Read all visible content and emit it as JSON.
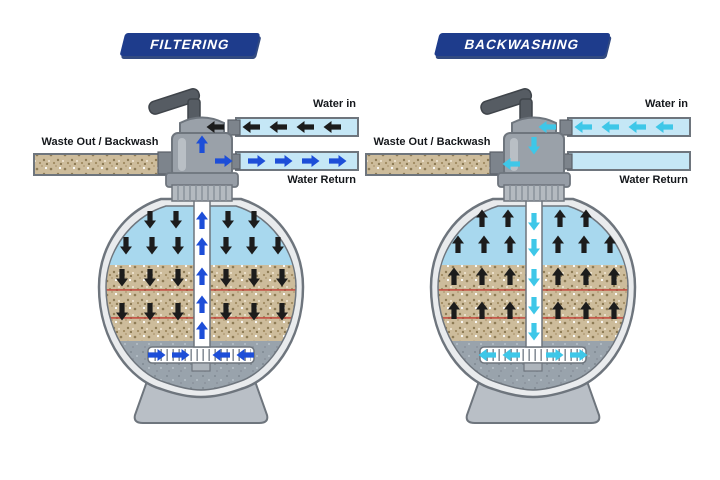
{
  "colors": {
    "banner": "#1e3c8c",
    "black_arrow": "#1c1c1c",
    "blue_arrow": "#1d4ed8",
    "cyan_arrow": "#3ec7e8",
    "water": "#a8d8ee",
    "pipe_fill": "#c5e7f6",
    "sand": "#cdbc9b",
    "gravel": "#99a3ac",
    "valve_gray": "#9aa1a9",
    "outline": "#6e757d"
  },
  "panels": [
    {
      "mode": "filtering",
      "title": "FILTERING",
      "labels": {
        "waste_out": "Waste Out / Backwash",
        "water_in": "Water in",
        "water_return": "Water Return"
      }
    },
    {
      "mode": "backwashing",
      "title": "BACKWASHING",
      "labels": {
        "waste_out": "Waste Out / Backwash",
        "water_in": "Water in",
        "water_return": "Water Return"
      }
    }
  ]
}
